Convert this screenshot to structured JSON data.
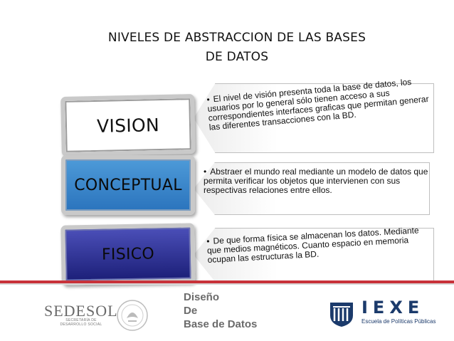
{
  "slide": {
    "title_line1": "NIVELES DE ABSTRACCION DE LAS BASES",
    "title_line2": "DE DATOS"
  },
  "levels": [
    {
      "label": "VISION",
      "description": "El nivel de visión presenta toda la base de datos, los usuarios por lo general sólo tienen acceso  a sus correspondientes interfaces graficas que permitan generar las diferentes transacciones con la BD."
    },
    {
      "label": "CONCEPTUAL",
      "description": "Abstraer el mundo real mediante un modelo de datos que permita verificar los objetos que intervienen con sus respectivas relaciones entre ellos."
    },
    {
      "label": "FISICO",
      "description": "De que forma física se almacenan los datos. Mediante que medios magnéticos. Cuanto espacio en memoria ocupan las estructuras la BD."
    }
  ],
  "footer": {
    "course_line1": "Diseño",
    "course_line2": "De",
    "course_line3": "Base de Datos",
    "left_logo_text": "SEDESOL",
    "left_logo_sub1": "SECRETARÍA DE",
    "left_logo_sub2": "DESARROLLO SOCIAL",
    "right_logo_text": "IEXE",
    "right_logo_sub": "Escuela de Políticas Públicas"
  },
  "colors": {
    "conceptual_fill": "#2b74bd",
    "fisico_fill": "#1c1f78",
    "footer_rule": "#c8323a",
    "iexe_blue": "#1b3a6b"
  },
  "icons": [
    "mexico-seal-icon",
    "iexe-emblem-icon"
  ]
}
